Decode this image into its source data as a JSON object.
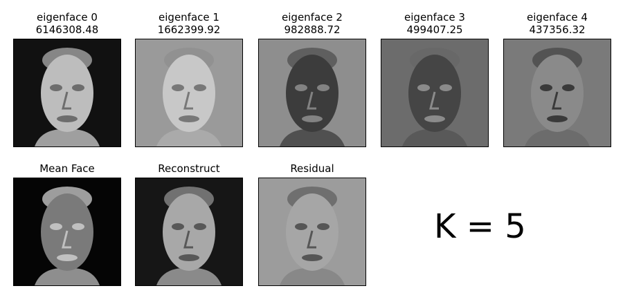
{
  "eigenfaces": [
    {
      "title": "eigenface 0",
      "value": "6146308.48",
      "bg": "#111111",
      "face": "#bdbdbd"
    },
    {
      "title": "eigenface 1",
      "value": "1662399.92",
      "bg": "#9a9a9a",
      "face": "#c8c8c8"
    },
    {
      "title": "eigenface 2",
      "value": "982888.72",
      "bg": "#8e8e8e",
      "face": "#3c3c3c"
    },
    {
      "title": "eigenface 3",
      "value": "499407.25",
      "bg": "#6c6c6c",
      "face": "#454545"
    },
    {
      "title": "eigenface 4",
      "value": "437356.32",
      "bg": "#7a7a7a",
      "face": "#8a8a8a"
    }
  ],
  "summary": [
    {
      "title": "Mean Face",
      "bg": "#050505",
      "face": "#7a7a7a"
    },
    {
      "title": "Reconstruct",
      "bg": "#161616",
      "face": "#a8a8a8"
    },
    {
      "title": "Residual",
      "bg": "#9c9c9c",
      "face": "#a6a6a6"
    }
  ],
  "k_label": "K = 5"
}
